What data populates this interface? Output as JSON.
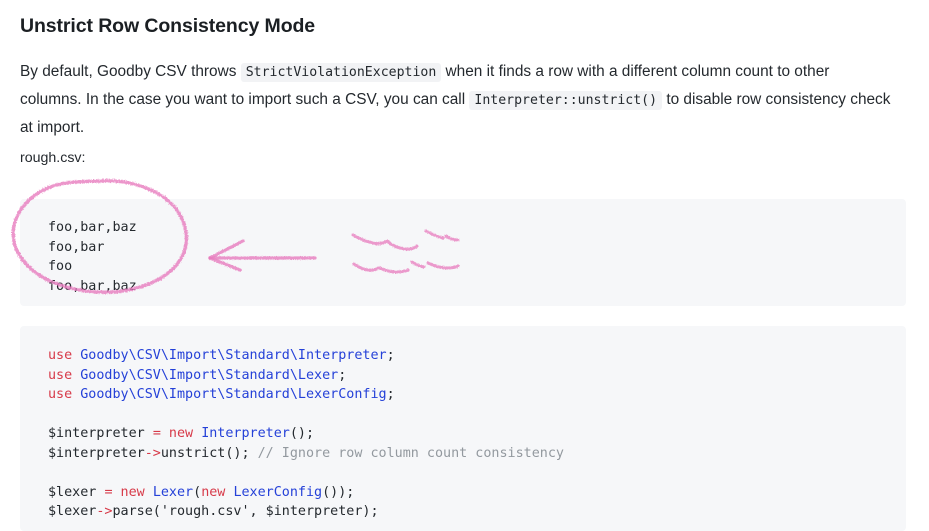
{
  "heading": "Unstrict Row Consistency Mode",
  "paragraph": {
    "part1": "By default, Goodby CSV throws ",
    "code1": "StrictViolationException",
    "part2": " when it finds a row with a different column count to other columns. In the case you want to import such a CSV, you can call ",
    "code2": "Interpreter::unstrict()",
    "part3": " to disable row consistency check at import."
  },
  "file_caption": "rough.csv:",
  "csv_block": {
    "lines": [
      "foo,bar,baz",
      "foo,bar",
      "foo",
      "foo,bar,baz"
    ]
  },
  "php_block": {
    "line1": {
      "keyword": "use",
      "class": "Goodby\\CSV\\Import\\Standard\\Interpreter",
      "term": ";"
    },
    "line2": {
      "keyword": "use",
      "class": "Goodby\\CSV\\Import\\Standard\\Lexer",
      "term": ";"
    },
    "line3": {
      "keyword": "use",
      "class": "Goodby\\CSV\\Import\\Standard\\LexerConfig",
      "term": ";"
    },
    "line4": {
      "var": "$interpreter ",
      "eq": "=",
      "new": " new ",
      "class": "Interpreter",
      "term": "();"
    },
    "line5": {
      "var": "$interpreter",
      "arrow": "->",
      "call": "unstrict(); ",
      "comment": "// Ignore row column count consistency"
    },
    "line6": {
      "var": "$lexer ",
      "eq": "=",
      "new": " new ",
      "class": "Lexer",
      "open": "(",
      "new2": "new ",
      "class2": "LexerConfig",
      "term": "());"
    },
    "line7": {
      "var": "$lexer",
      "arrow": "->",
      "call": "parse('rough.csv', $interpreter);"
    }
  },
  "annotations": {
    "circle": "hand-drawn-pink-ellipse-around-csv-rows",
    "arrow": "hand-drawn-pink-left-arrow",
    "note": "hand-drawn-pink-illegible-scribbled-note"
  },
  "colors": {
    "code_bg": "#f6f7f9",
    "inline_code_bg": "#f2f3f5",
    "keyword": "#d73a49",
    "class": "#2541d8",
    "comment": "#93999f",
    "text": "#24292e",
    "annotation_pink": "#e87fc0"
  }
}
